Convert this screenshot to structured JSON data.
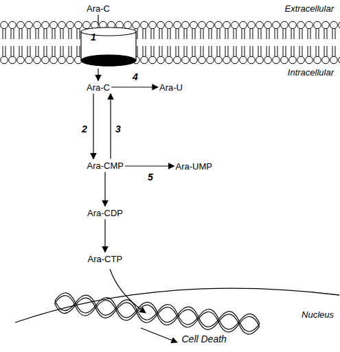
{
  "diagram": {
    "nodes": [
      {
        "text": [
          "Ara-C"
        ]
      },
      {
        "text": [
          "1"
        ]
      },
      {
        "text": [
          "Ara-C"
        ]
      },
      {
        "text": [
          "Ara-U"
        ]
      },
      {
        "text": [
          "Ara-CMP"
        ]
      },
      {
        "text": [
          "Ara-UMP"
        ]
      },
      {
        "text": [
          "Ara-CDP"
        ]
      },
      {
        "text": [
          "Ara-CTP"
        ]
      },
      {
        "text": [
          "Cell Death"
        ]
      }
    ],
    "edges": [
      {
        "from": 0,
        "to": 1,
        "arrow": "none"
      },
      {
        "from": 1,
        "to": 2,
        "arrow": "to"
      },
      {
        "from": 2,
        "to": 3,
        "label": "4",
        "arrow": "to"
      },
      {
        "from": 2,
        "to": 4,
        "label": "2",
        "arrow": "to"
      },
      {
        "from": 4,
        "to": 2,
        "label": "3",
        "arrow": "to"
      },
      {
        "from": 4,
        "to": 5,
        "label": "5",
        "arrow": "to"
      },
      {
        "from": 4,
        "to": 6,
        "arrow": "to"
      },
      {
        "from": 6,
        "to": 7,
        "arrow": "to"
      }
    ],
    "labels": [
      "Extracellular",
      "Intracellular",
      "Nucleus"
    ]
  }
}
